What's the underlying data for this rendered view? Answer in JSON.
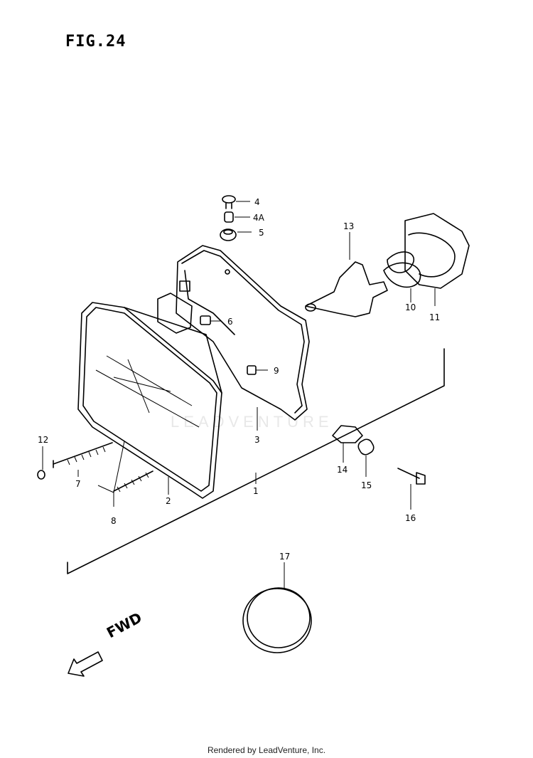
{
  "figure": {
    "title": "FIG.24",
    "direction_label": "FWD",
    "footer": "Rendered by LeadVenture, Inc.",
    "watermark": "LEADVENTURE"
  },
  "callouts": [
    {
      "id": "c1",
      "text": "1"
    },
    {
      "id": "c2",
      "text": "2"
    },
    {
      "id": "c3",
      "text": "3"
    },
    {
      "id": "c4",
      "text": "4"
    },
    {
      "id": "c4a",
      "text": "4A"
    },
    {
      "id": "c5",
      "text": "5"
    },
    {
      "id": "c6",
      "text": "6"
    },
    {
      "id": "c7",
      "text": "7"
    },
    {
      "id": "c8",
      "text": "8"
    },
    {
      "id": "c9",
      "text": "9"
    },
    {
      "id": "c10",
      "text": "10"
    },
    {
      "id": "c11",
      "text": "11"
    },
    {
      "id": "c12",
      "text": "12"
    },
    {
      "id": "c13",
      "text": "13"
    },
    {
      "id": "c14",
      "text": "14"
    },
    {
      "id": "c15",
      "text": "15"
    },
    {
      "id": "c16",
      "text": "16"
    },
    {
      "id": "c17",
      "text": "17"
    }
  ]
}
